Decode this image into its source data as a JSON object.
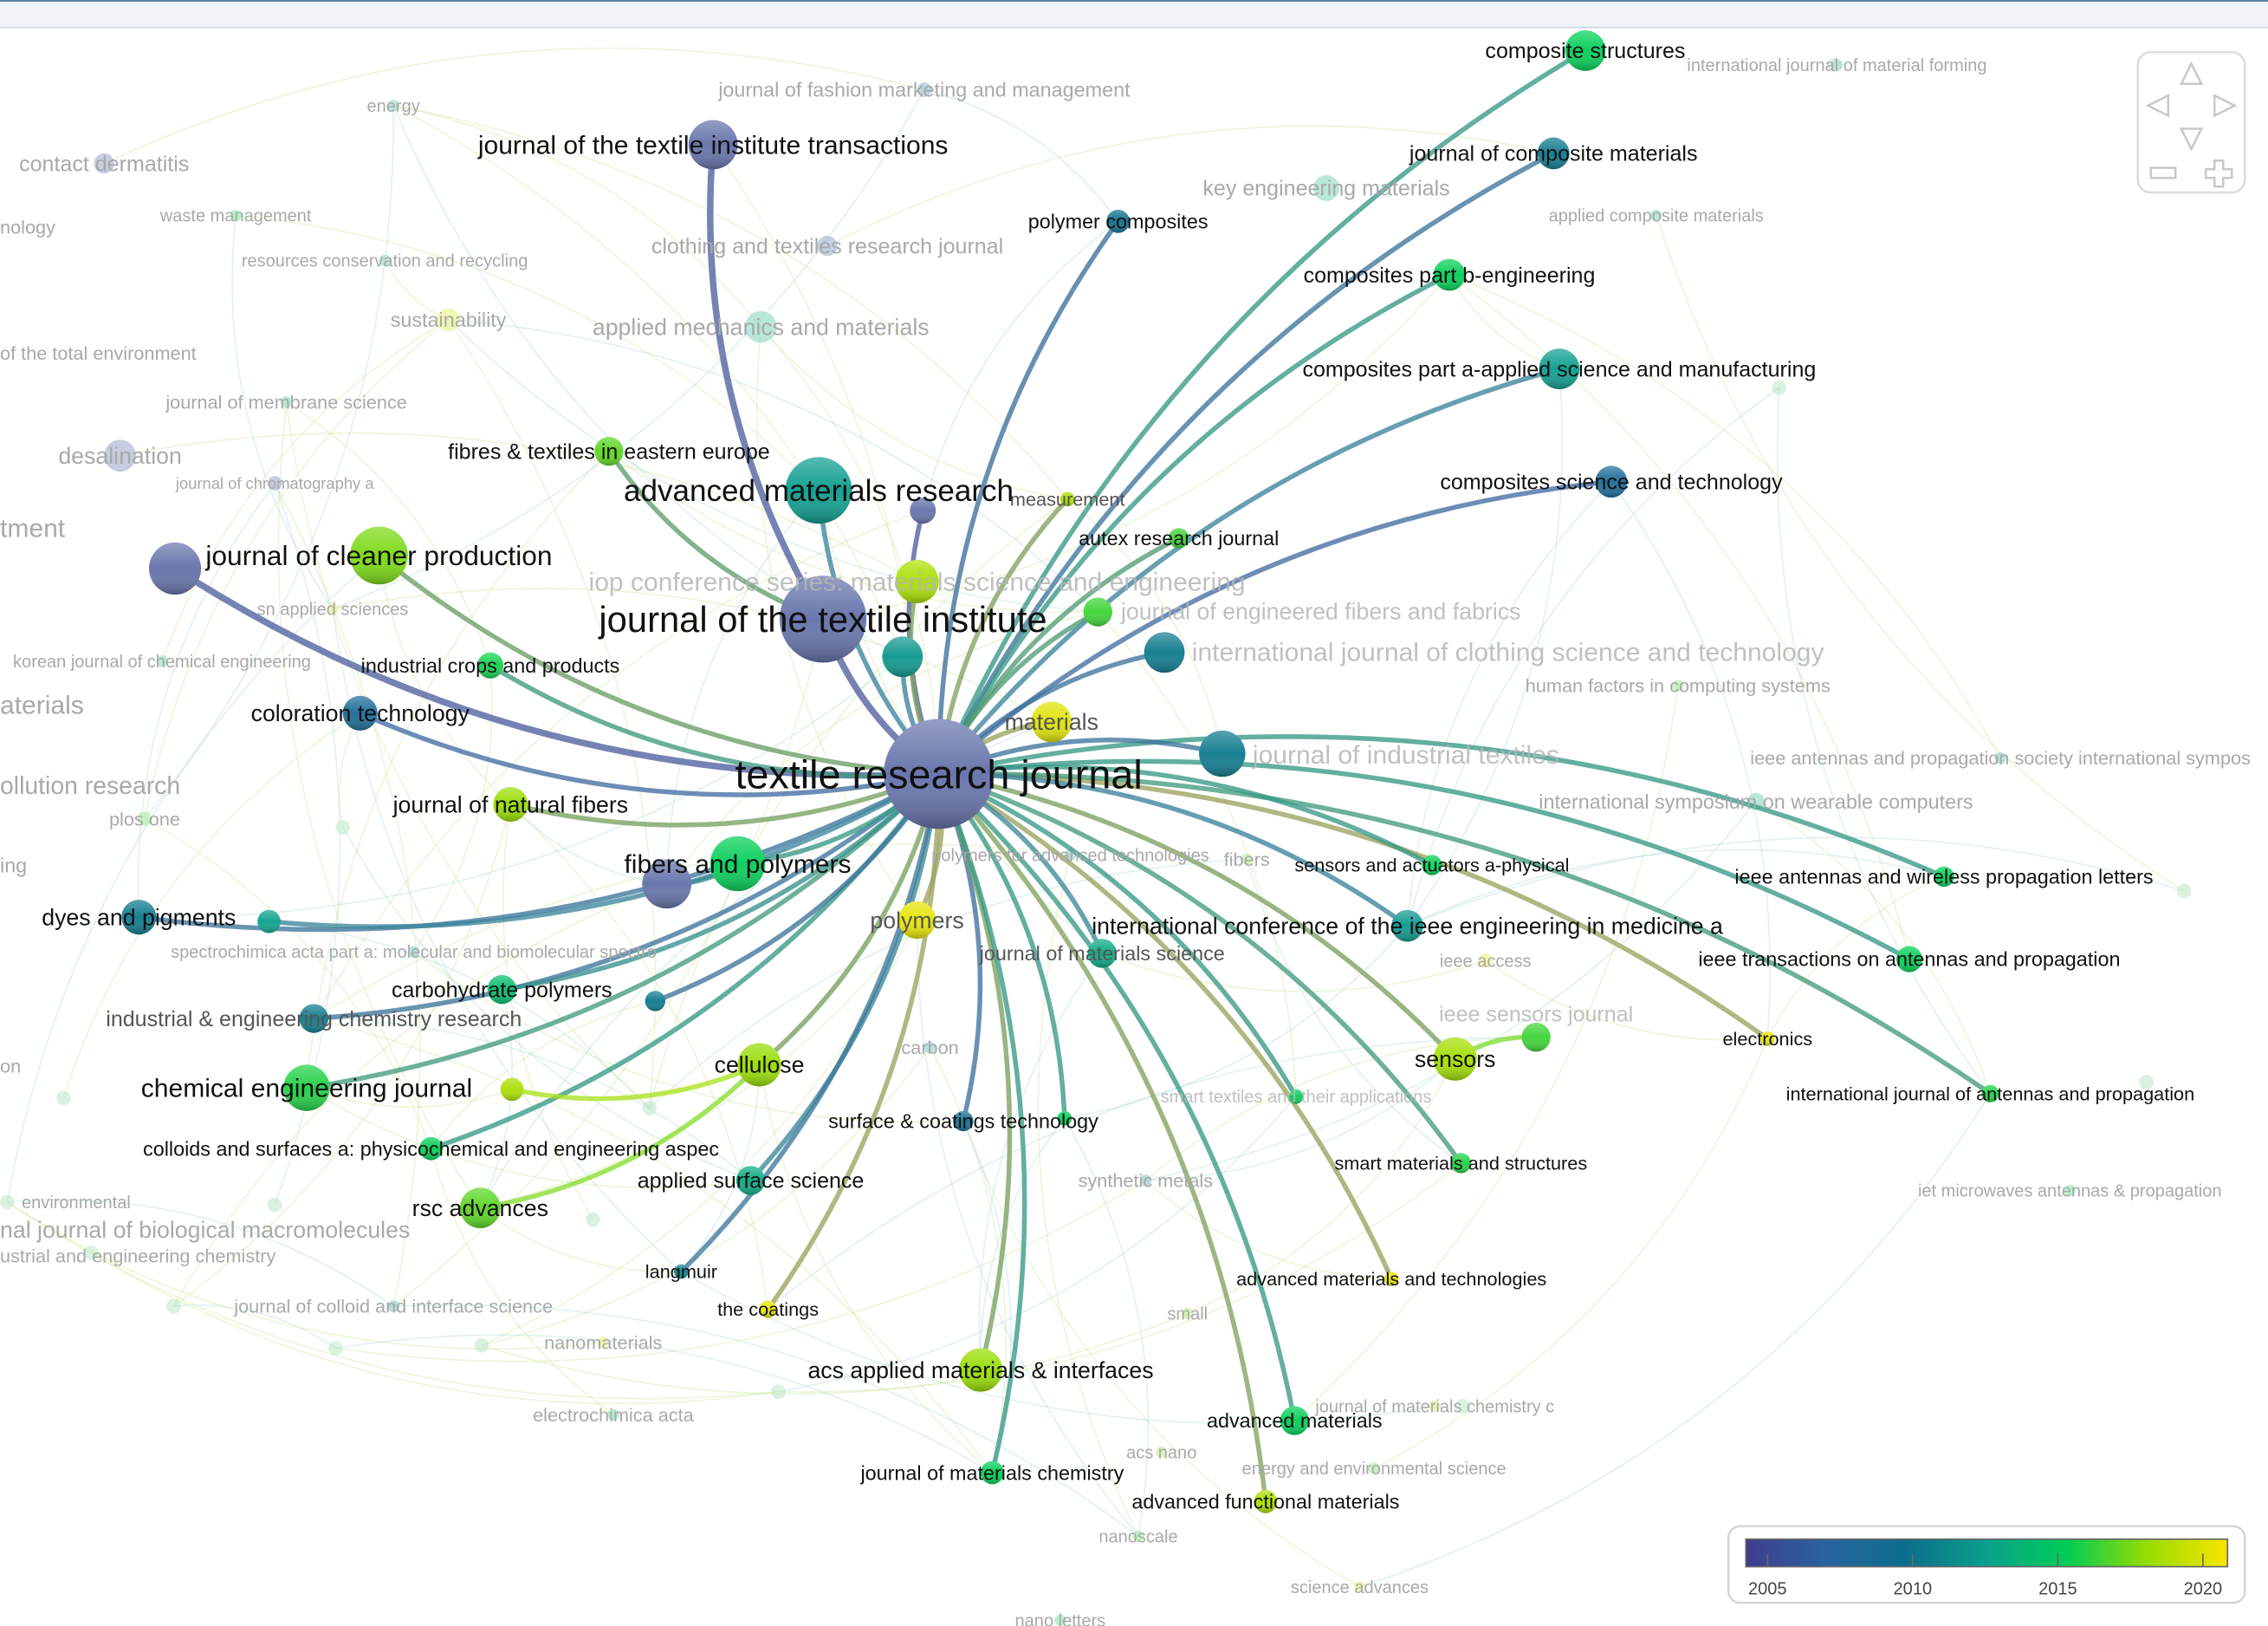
{
  "network": {
    "nodes": [
      {
        "label": "textile research journal",
        "year": 2006
      },
      {
        "label": "journal of the textile institute",
        "year": 2006
      },
      {
        "label": "journal of the textile institute transactions",
        "year": 2006
      },
      {
        "label": "journal of cleaner production",
        "year": 2017
      },
      {
        "label": "advanced materials research",
        "year": 2012.3
      },
      {
        "label": "fibers and polymers",
        "year": 2015
      },
      {
        "label": "composite structures",
        "year": 2015
      },
      {
        "label": "journal of composite materials",
        "year": 2010.5
      },
      {
        "label": "polymer composites",
        "year": 2010
      },
      {
        "label": "composites part b-engineering",
        "year": 2015
      },
      {
        "label": "composites part a-applied science and manufacturing",
        "year": 2012.3
      },
      {
        "label": "composites science and technology",
        "year": 2009
      },
      {
        "label": "fibres & textiles in eastern europe",
        "year": 2016.5
      },
      {
        "label": "measurement",
        "year": 2018
      },
      {
        "label": "autex research journal",
        "year": 2016
      },
      {
        "label": "coloration technology",
        "year": 2009
      },
      {
        "label": "industrial crops and products",
        "year": 2015.3
      },
      {
        "label": "journal of natural fibers",
        "year": 2017.5
      },
      {
        "label": "dyes and pigments",
        "year": 2010.5
      },
      {
        "label": "carbohydrate polymers",
        "year": 2014
      },
      {
        "label": "industrial & engineering chemistry research",
        "year": 2010.5
      },
      {
        "label": "chemical engineering journal",
        "year": 2015.5
      },
      {
        "label": "colloids and surfaces a: physicochemical and engineering aspec",
        "year": 2015
      },
      {
        "label": "rsc advances",
        "year": 2016.5
      },
      {
        "label": "cellulose",
        "year": 2017.5
      },
      {
        "label": "applied surface science",
        "year": 2013
      },
      {
        "label": "langmuir",
        "year": 2011
      },
      {
        "label": "the coatings",
        "year": 2019.5
      },
      {
        "label": "surface & coatings technology",
        "year": 2009.5
      },
      {
        "label": "polymers",
        "year": 2019.5
      },
      {
        "label": "materials",
        "year": 2019.3
      },
      {
        "label": "international conference of the ieee engineering in medicine a",
        "year": 2012
      },
      {
        "label": "journal of materials science",
        "year": 2013
      },
      {
        "label": "sensors and actuators a-physical",
        "year": 2015
      },
      {
        "label": "sensors",
        "year": 2017.8
      },
      {
        "label": "smart materials and structures",
        "year": 2015.5
      },
      {
        "label": "electronics",
        "year": 2019.5
      },
      {
        "label": "ieee antennas and wireless propagation letters",
        "year": 2015
      },
      {
        "label": "ieee transactions on antennas and propagation",
        "year": 2015
      },
      {
        "label": "international journal of antennas and propagation",
        "year": 2015.5
      },
      {
        "label": "advanced materials and technologies",
        "year": 2019.3
      },
      {
        "label": "advanced materials",
        "year": 2015
      },
      {
        "label": "advanced functional materials",
        "year": 2018
      },
      {
        "label": "acs applied materials & interfaces",
        "year": 2017.5
      },
      {
        "label": "journal of materials chemistry",
        "year": 2015
      },
      {
        "year": 2006
      },
      {
        "year": 2006
      },
      {
        "year": 2012.5
      },
      {
        "year": 2010.5
      },
      {
        "year": 2018
      },
      {
        "year": 2015
      },
      {
        "label": "ieee sensors journal",
        "year": 2016
      },
      {
        "label": "smart textiles and their applications",
        "year": 2015
      },
      {
        "label": "journal of industrial textiles",
        "year": 2010.5
      },
      {
        "label": "international journal of clothing science and technology",
        "year": 2010.5
      },
      {
        "label": "journal of engineered fibers and fabrics",
        "year": 2016
      },
      {
        "year": 2012
      },
      {
        "year": 2006
      },
      {
        "label": "iop conference series: materials science and engineering",
        "year": 2018
      }
    ],
    "links": [
      [
        2,
        1
      ],
      [
        45,
        0
      ],
      [
        3,
        0
      ],
      [
        46,
        5
      ],
      [
        6,
        0
      ],
      [
        7,
        0
      ],
      [
        8,
        0
      ],
      [
        9,
        0
      ],
      [
        10,
        0
      ],
      [
        11,
        0
      ],
      [
        18,
        0
      ],
      [
        47,
        0
      ],
      [
        20,
        0
      ],
      [
        21,
        0
      ],
      [
        22,
        0
      ],
      [
        23,
        24
      ],
      [
        24,
        0
      ],
      [
        25,
        0
      ],
      [
        26,
        0
      ],
      [
        27,
        0
      ],
      [
        28,
        0
      ],
      [
        43,
        0
      ],
      [
        44,
        0
      ],
      [
        41,
        0
      ],
      [
        42,
        0
      ],
      [
        40,
        0
      ],
      [
        36,
        0
      ],
      [
        37,
        0
      ],
      [
        38,
        0
      ],
      [
        39,
        0
      ],
      [
        34,
        0
      ],
      [
        35,
        0
      ],
      [
        33,
        0
      ],
      [
        31,
        0
      ],
      [
        32,
        0
      ],
      [
        53,
        0
      ],
      [
        54,
        0
      ],
      [
        55,
        0
      ],
      [
        30,
        0
      ],
      [
        29,
        0
      ],
      [
        13,
        0
      ],
      [
        14,
        0
      ],
      [
        4,
        0
      ],
      [
        57,
        0
      ],
      [
        58,
        0
      ],
      [
        56,
        0
      ],
      [
        12,
        1
      ],
      [
        15,
        0
      ],
      [
        16,
        0
      ],
      [
        17,
        0
      ],
      [
        19,
        0
      ],
      [
        48,
        0
      ],
      [
        49,
        24
      ],
      [
        5,
        0
      ],
      [
        1,
        0
      ],
      [
        50,
        0
      ],
      [
        51,
        34
      ],
      [
        52,
        0
      ]
    ],
    "background_labels": [
      {
        "label": "energy",
        "year": 2013
      },
      {
        "label": "journal of fashion marketing and management",
        "year": 2010
      },
      {
        "label": "contact dermatitis",
        "year": 2006
      },
      {
        "label": "nology",
        "year": 2014
      },
      {
        "label": "waste management",
        "year": 2015
      },
      {
        "label": "resources conservation and recycling",
        "year": 2014
      },
      {
        "label": "clothing and textiles research journal",
        "year": 2007
      },
      {
        "label": "key engineering materials",
        "year": 2013
      },
      {
        "label": "applied composite materials",
        "year": 2014
      },
      {
        "label": "international journal of material forming",
        "year": 2012
      },
      {
        "label": "sustainability",
        "year": 2019
      },
      {
        "label": "applied mechanics and materials",
        "year": 2013
      },
      {
        "label": "of the total environment",
        "year": 2017
      },
      {
        "label": "journal of membrane science",
        "year": 2014
      },
      {
        "label": "desalination",
        "year": 2006
      },
      {
        "label": "journal of chromatography a",
        "year": 2006
      },
      {
        "label": "tment",
        "year": 2015
      },
      {
        "label": "sn applied sciences",
        "year": 2019
      },
      {
        "label": "korean journal of chemical engineering",
        "year": 2014
      },
      {
        "label": "aterials",
        "year": 2014
      },
      {
        "label": "human factors in computing systems",
        "year": 2016
      },
      {
        "label": "ieee antennas and propagation society international sympos",
        "year": 2012
      },
      {
        "label": "ollution research",
        "year": 2018
      },
      {
        "label": "plos one",
        "year": 2016
      },
      {
        "label": "international symposium on wearable computers",
        "year": 2013
      },
      {
        "label": "ing",
        "year": 2015
      },
      {
        "label": "polymers for advanced technologies",
        "year": 2012
      },
      {
        "label": "fibers",
        "year": 2017
      },
      {
        "label": "spectrochimica acta part a: molecular and biomolecular spectro",
        "year": 2012
      },
      {
        "label": "ieee access",
        "year": 2019
      },
      {
        "label": "carbon",
        "year": 2012
      },
      {
        "label": "on",
        "year": 2015
      },
      {
        "label": "synthetic metals",
        "year": 2011
      },
      {
        "label": "iet microwaves antennas & propagation",
        "year": 2015
      },
      {
        "label": "environmental",
        "year": 2010
      },
      {
        "label": "nal journal of biological macromolecules",
        "year": 2018
      },
      {
        "label": "ustrial and engineering chemistry",
        "year": 2006
      },
      {
        "label": "journal of colloid and interface science",
        "year": 2011
      },
      {
        "label": "small",
        "year": 2017
      },
      {
        "label": "nanomaterials",
        "year": 2019
      },
      {
        "label": "journal of materials chemistry c",
        "year": 2018
      },
      {
        "label": "electrochimica acta",
        "year": 2014
      },
      {
        "label": "acs nano",
        "year": 2017
      },
      {
        "label": "energy and environmental science",
        "year": 2016
      },
      {
        "label": "nanoscale",
        "year": 2016
      },
      {
        "label": "science advances",
        "year": 2019
      },
      {
        "label": "nano letters",
        "year": 2015
      }
    ]
  },
  "legend": {
    "ticks": [
      "2005",
      "2010",
      "2015",
      "2020"
    ],
    "range": [
      2005,
      2020
    ],
    "colors": [
      "#403c8c",
      "#28649f",
      "#0c6e8c",
      "#0aa08c",
      "#00cd55",
      "#96dc00",
      "#fae600"
    ]
  },
  "navigation": {
    "icons": [
      "pan-up-icon",
      "pan-left-icon",
      "pan-right-icon",
      "pan-down-icon",
      "zoom-out-icon",
      "zoom-in-icon"
    ]
  }
}
